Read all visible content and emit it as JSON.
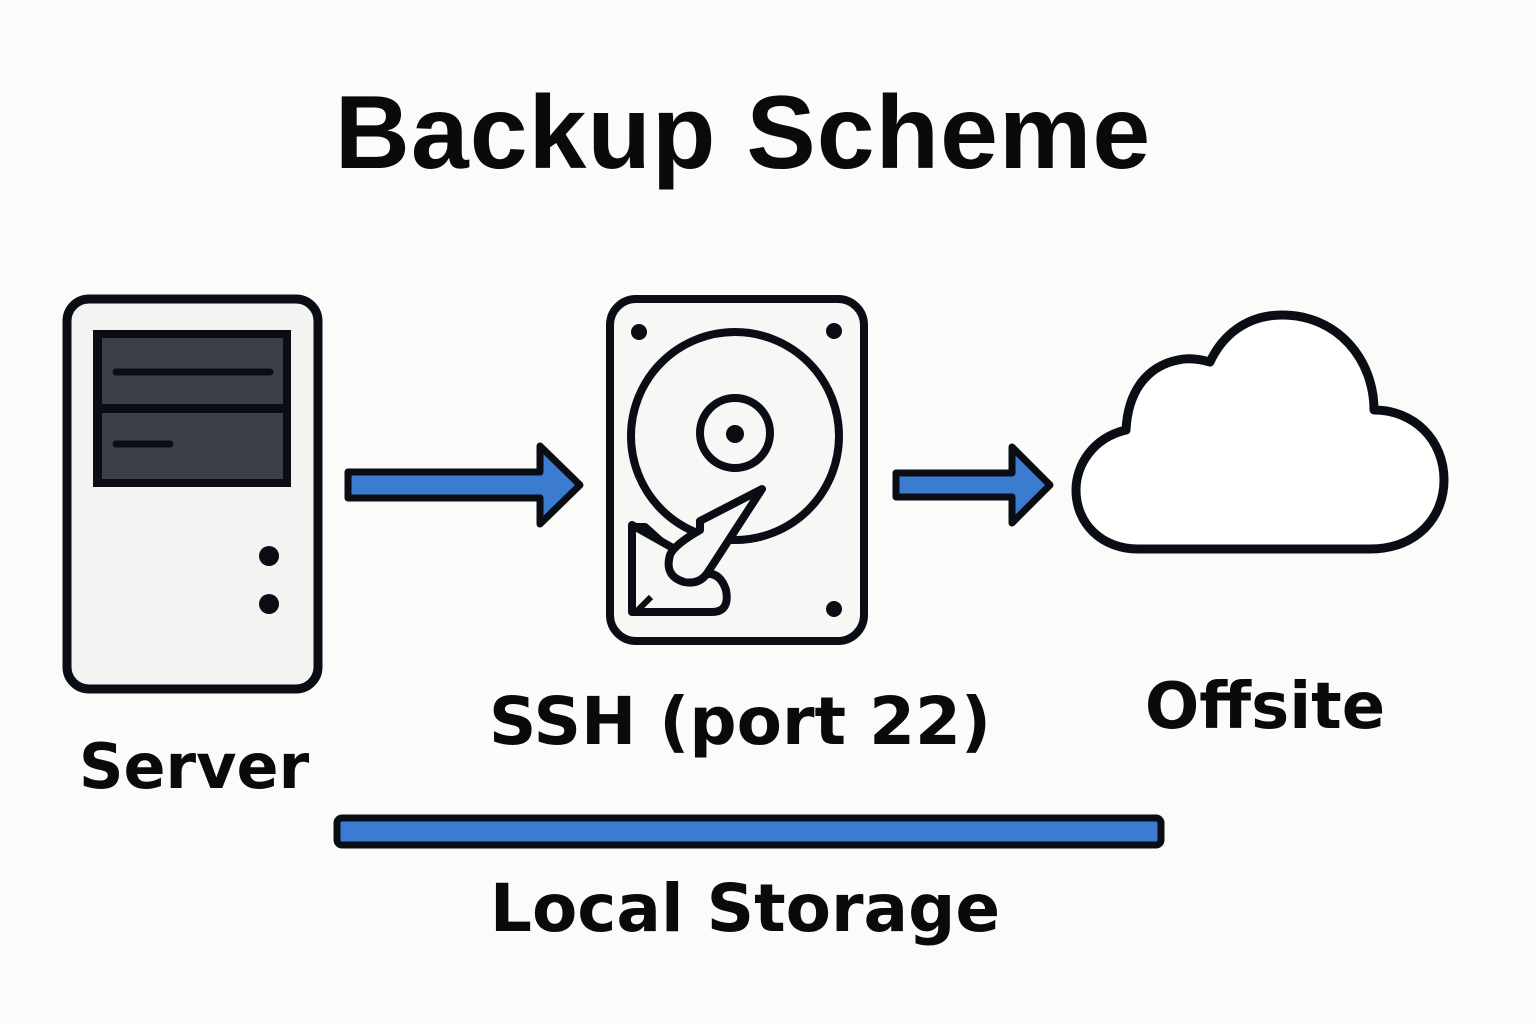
{
  "title": "Backup Scheme",
  "nodes": [
    {
      "id": "server",
      "label": "Server",
      "icon": "server-tower-icon"
    },
    {
      "id": "ssh",
      "label": "SSH (port 22)",
      "icon": "hard-drive-icon"
    },
    {
      "id": "offsite",
      "label": "Offsite",
      "icon": "cloud-icon"
    }
  ],
  "edges": [
    {
      "from": "server",
      "to": "ssh",
      "style": "arrow"
    },
    {
      "from": "ssh",
      "to": "offsite",
      "style": "arrow"
    }
  ],
  "bar": {
    "label": "Local Storage"
  },
  "colors": {
    "accent_blue": "#3b7bd0",
    "outline": "#0a0e14",
    "drive_bay": "#3c3f47",
    "background": "#fbfbfa"
  }
}
